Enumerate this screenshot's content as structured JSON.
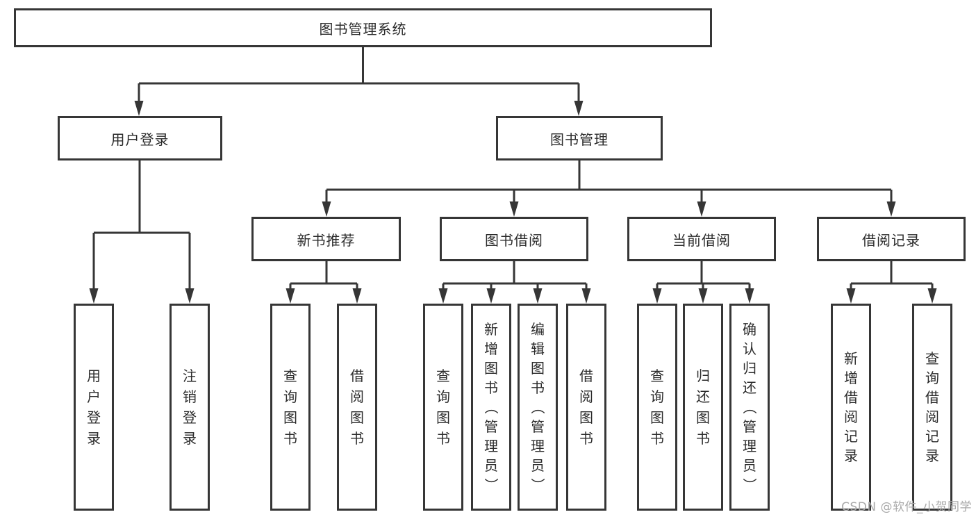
{
  "diagram_title": "图书管理系统",
  "watermark": {
    "text": "CSDN @软件_小贺同学"
  },
  "colors": {
    "line": "#363636",
    "text": "#2b2b2b",
    "watermark": "#a9a9a9",
    "background": "#ffffff"
  },
  "tree": {
    "root": {
      "label": "图书管理系统"
    },
    "level1": [
      {
        "label": "用户登录"
      },
      {
        "label": "图书管理"
      }
    ],
    "level2": [
      {
        "label": "新书推荐"
      },
      {
        "label": "图书借阅"
      },
      {
        "label": "当前借阅"
      },
      {
        "label": "借阅记录"
      }
    ],
    "leaves": {
      "user_login": [
        {
          "label": "用户登录"
        },
        {
          "label": "注销登录"
        }
      ],
      "new_book_recommend": [
        {
          "label": "查询图书"
        },
        {
          "label": "借阅图书"
        }
      ],
      "book_borrow": [
        {
          "label": "查询图书"
        },
        {
          "label": "新增图书（管理员）"
        },
        {
          "label": "编辑图书（管理员）"
        },
        {
          "label": "借阅图书"
        }
      ],
      "current_borrow": [
        {
          "label": "查询图书"
        },
        {
          "label": "归还图书"
        },
        {
          "label": "确认归还（管理员）"
        }
      ],
      "borrow_records": [
        {
          "label": "新增借阅记录"
        },
        {
          "label": "查询借阅记录"
        }
      ]
    }
  }
}
